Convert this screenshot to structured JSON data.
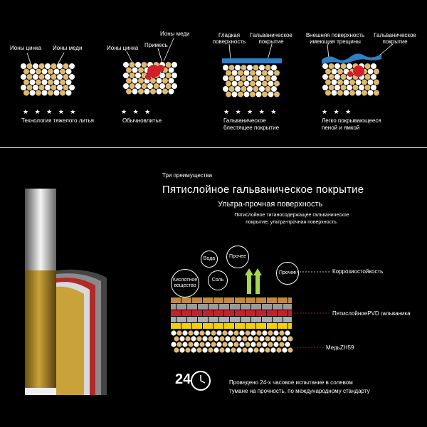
{
  "top_panels": [
    {
      "labels": [
        "Ионы цинка",
        "Ионы меди"
      ],
      "rating": "★ ★ ★ ★ ★",
      "caption": [
        "Технология тяжелого литья"
      ]
    },
    {
      "labels": [
        "Ионы цинка",
        "Примесь",
        "Ионы меди"
      ],
      "rating": "★ ★ ★",
      "caption": [
        "Обычновлитье"
      ]
    },
    {
      "labels": [
        "Гладкая поверхность",
        "Гальваническое покрытие"
      ],
      "rating": "★ ★ ★ ★ ★",
      "caption": [
        "Гальваническое",
        "блестящее покрытие"
      ]
    },
    {
      "labels": [
        "Внешняя поверхность имеющая трещины",
        "Гальваническое покрытие"
      ],
      "rating": "★ ★ ★",
      "caption": [
        "Легко покрывающееся",
        "пеной и ямкой"
      ]
    }
  ],
  "section": {
    "kicker": "Три преимущества",
    "title": "Пятислойное гальваническое покрытие",
    "subtitle": "Ультра-прочная поверхность",
    "description": [
      "Пятислойное титаносодержащее гальваническое",
      "покрытие, ультра-прочная поверхность."
    ]
  },
  "bubbles": {
    "water": "Вода",
    "stronger1": "Прочее",
    "acid": "Кислотное вещество",
    "salt": "Соль",
    "stronger2": "Прочее"
  },
  "annotations": {
    "corrosion": "Коррозиостойкость",
    "pvd": "ПятислойноеPVD гальваника",
    "copper": "МедьZH59"
  },
  "test": {
    "badge": "24",
    "line1": "Проведено 24-х часовое испытание в солевом",
    "line2": "тумане на прочность, по международному стандарту"
  },
  "colors": {
    "brass": "#e0b96f",
    "red": "#d11f2a",
    "blue": "#2f7fc4",
    "gold": "#b08a2a",
    "yellow": "#f1d100",
    "arrow": "#a6d84a"
  }
}
